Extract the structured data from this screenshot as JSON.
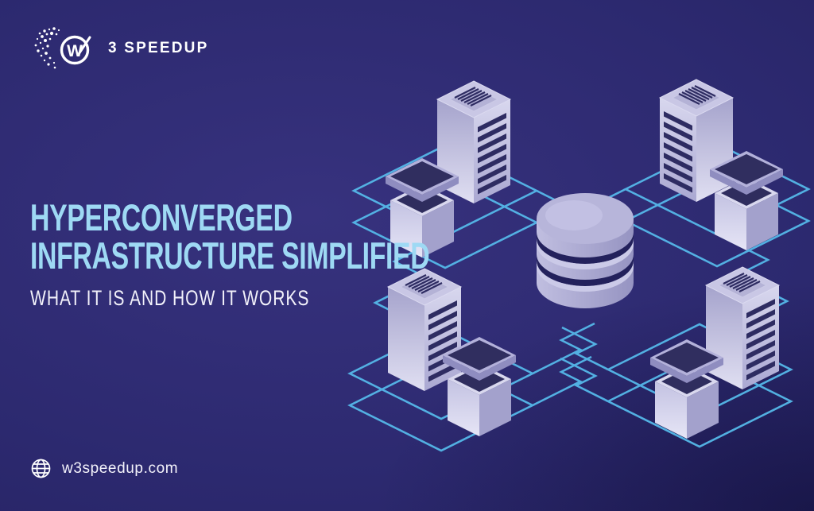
{
  "brand": {
    "logo_letter": "W",
    "name": "3 SPEEDUP"
  },
  "title": {
    "line1": "HYPERCONVERGED",
    "line2": "INFRASTRUCTURE SIMPLIFIED"
  },
  "subtitle": "WHAT IT IS AND HOW IT WORKS",
  "footer": {
    "website": "w3speedup.com"
  },
  "illustration": {
    "description": "Isometric diagram: four server towers with chip nodes connected by cyan network lines to a central database cylinder",
    "icons": [
      "w3speedup-logo-icon",
      "globe-icon",
      "server-tower-icon",
      "chip-node-icon",
      "database-icon",
      "network-lines"
    ]
  },
  "colors": {
    "background_center": "#37327e",
    "background_edge": "#211e58",
    "title_blue": "#9ed9f4",
    "text_white": "#f2f1fa",
    "network_line": "#55b8e9",
    "server_light": "#dedcf0",
    "server_mid": "#a9a7ce",
    "vent_dark": "#2e2c62",
    "chip_dark": "#302e5f"
  }
}
